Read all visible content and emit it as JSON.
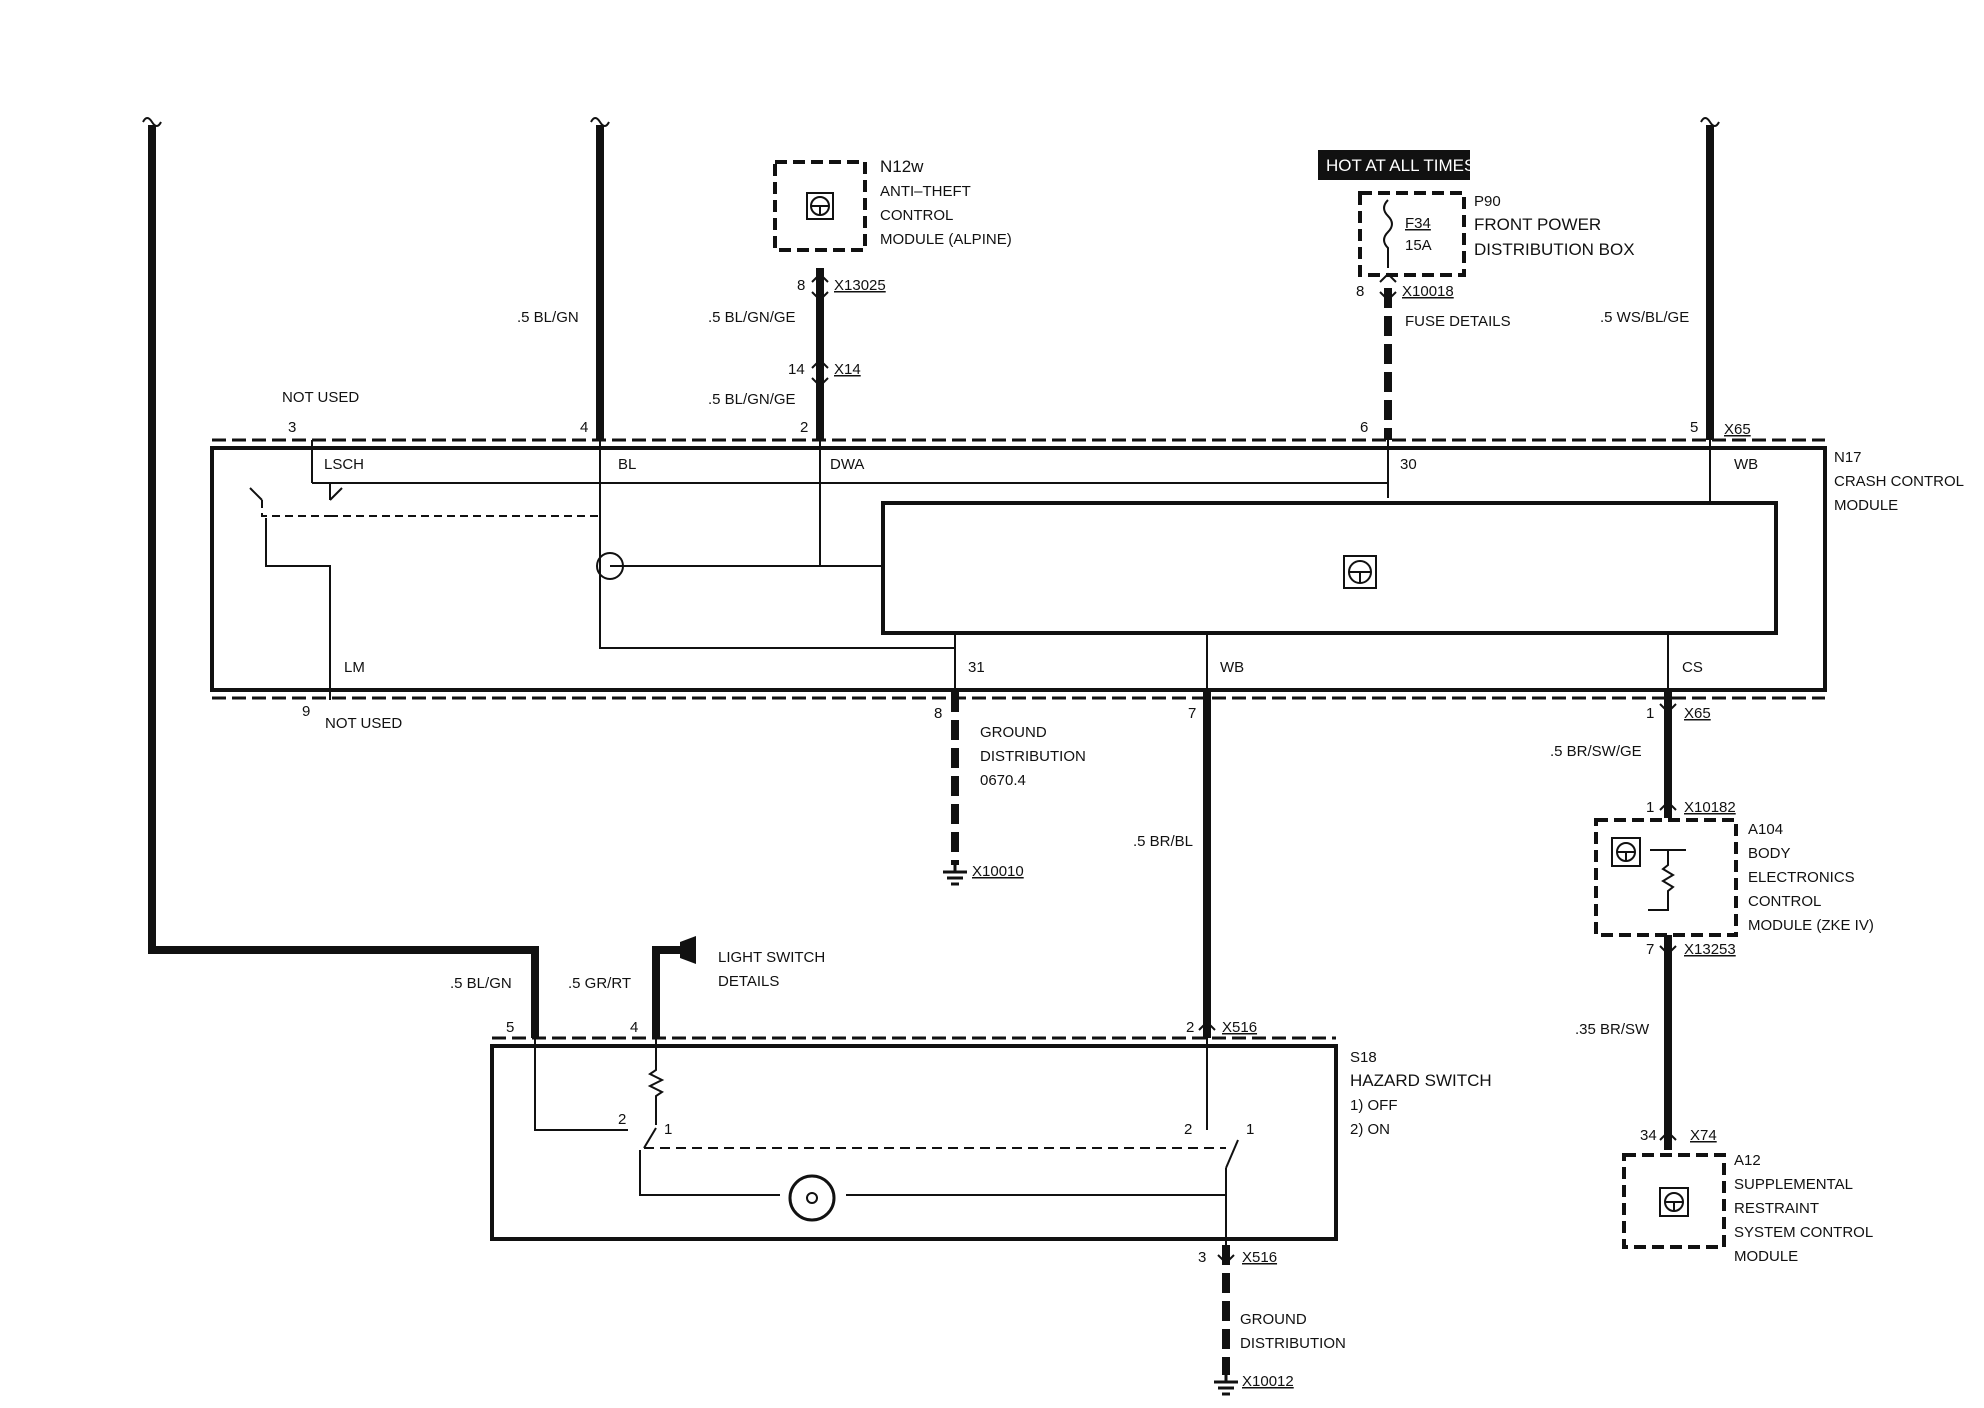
{
  "banner": {
    "hot_at_all_times": "HOT AT ALL TIMES"
  },
  "components": {
    "n12w": {
      "id": "N12w",
      "lines": [
        "ANTI–THEFT",
        "CONTROL",
        "MODULE (ALPINE)"
      ]
    },
    "p90": {
      "id": "P90",
      "lines": [
        "FRONT POWER",
        "DISTRIBUTION BOX"
      ],
      "fuse_id": "F34",
      "fuse_rating": "15A"
    },
    "n17": {
      "id": "N17",
      "lines": [
        "CRASH CONTROL",
        "MODULE"
      ],
      "pins_top": [
        "LSCH",
        "BL",
        "DWA",
        "30",
        "WB"
      ],
      "pins_bottom": [
        "LM",
        "31",
        "WB",
        "CS"
      ]
    },
    "a104": {
      "id": "A104",
      "lines": [
        "BODY",
        "ELECTRONICS",
        "CONTROL",
        "MODULE (ZKE IV)"
      ]
    },
    "s18": {
      "id": "S18",
      "lines": [
        "HAZARD SWITCH",
        "1)   OFF",
        "2)   ON"
      ]
    },
    "a12": {
      "id": "A12",
      "lines": [
        "SUPPLEMENTAL",
        "RESTRAINT",
        "SYSTEM CONTROL",
        "MODULE"
      ]
    }
  },
  "connectors": {
    "x13025": "X13025",
    "x14": "X14",
    "x10018": "X10018",
    "x65_top": "X65",
    "x65_bottom": "X65",
    "x10182": "X10182",
    "x13253": "X13253",
    "x74": "X74",
    "x516_top": "X516",
    "x516_bottom": "X516",
    "x10010": "X10010",
    "x10012": "X10012"
  },
  "wires": {
    "n17_pin4": ".5 BL/GN",
    "n12w_to_x14": ".5 BL/GN/GE",
    "x14_to_n17": ".5 BL/GN/GE",
    "x65_pin5": ".5 WS/BL/GE",
    "x65_cs": ".5 BR/SW/GE",
    "wb_to_s18": ".5 BR/BL",
    "s18_pin5": ".5 BL/GN",
    "s18_pin4": ".5 GR/RT",
    "a104_to_a12": ".35 BR/SW"
  },
  "pins": {
    "n12w_8": "8",
    "x14_14": "14",
    "n17_3": "3",
    "n17_4": "4",
    "n17_2": "2",
    "n17_6": "6",
    "n17_5": "5",
    "p90_8": "8",
    "n17_9": "9",
    "n17_8": "8",
    "n17_7": "7",
    "n17_1": "1",
    "a104_1": "1",
    "a104_7": "7",
    "a12_34": "34",
    "s18_5": "5",
    "s18_4": "4",
    "s18_2": "2",
    "s18_3": "3",
    "sw_l2": "2",
    "sw_l1": "1",
    "sw_r2": "2",
    "sw_r1": "1"
  },
  "notes": {
    "not_used_top": "NOT USED",
    "not_used_bottom": "NOT USED",
    "fuse_details": "FUSE DETAILS",
    "ground_dist_1": [
      "GROUND",
      "DISTRIBUTION",
      "0670.4"
    ],
    "ground_dist_2": [
      "GROUND",
      "DISTRIBUTION"
    ],
    "light_switch": [
      "LIGHT SWITCH",
      "DETAILS"
    ]
  },
  "colors": {
    "ink": "#111111",
    "background": "#ffffff"
  },
  "icons": [
    "module-icon",
    "fuse-icon",
    "ground-icon",
    "lamp-icon",
    "resistor-icon",
    "transistor-icon"
  ]
}
